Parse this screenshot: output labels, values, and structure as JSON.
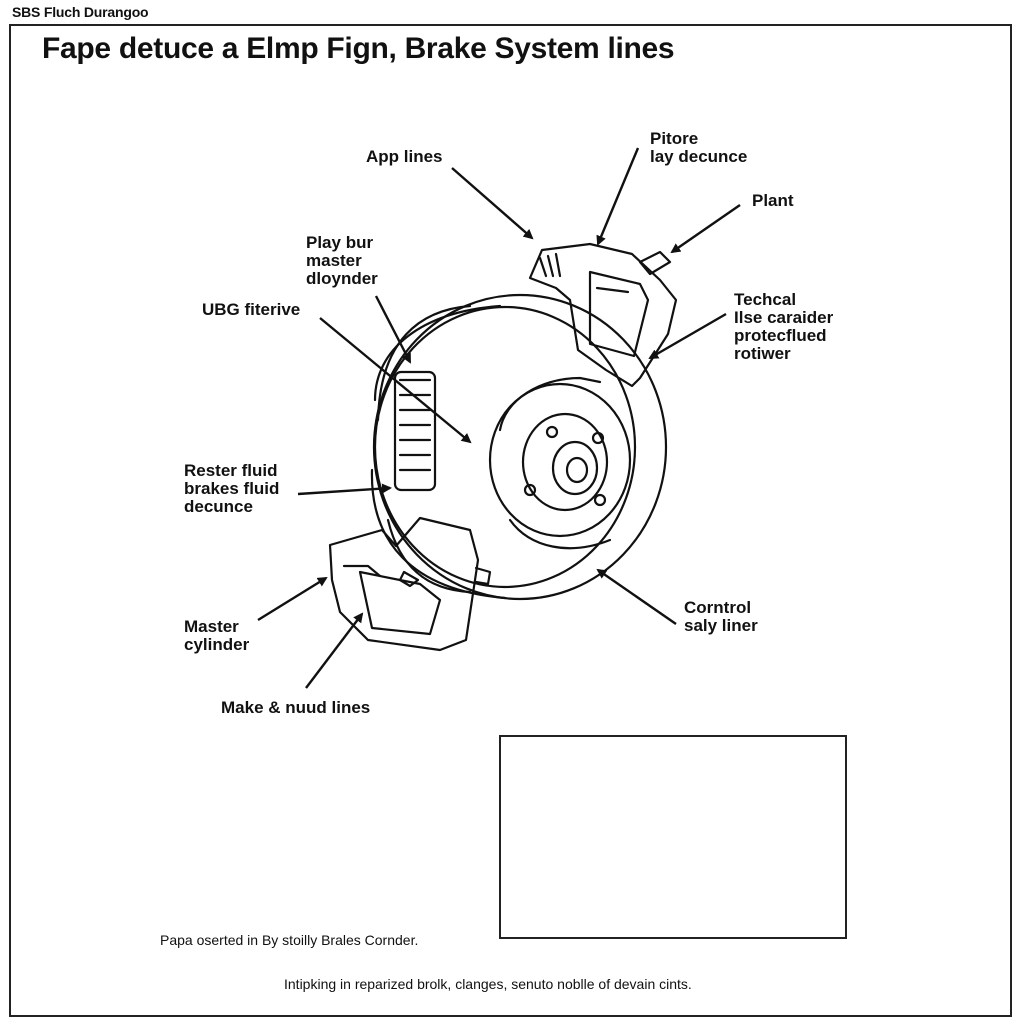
{
  "header": {
    "tag": "SBS Fluch Durangoo",
    "title": "Fape detuce a Elmp Fign, Brake System lines"
  },
  "labels": {
    "app_lines": "App lines",
    "pitore": [
      "Pitore",
      "lay decunce"
    ],
    "plant": "Plant",
    "play_bur": [
      "Play bur",
      "master",
      "dloynder"
    ],
    "ubg": "UBG fiterive",
    "techcal": [
      "Techcal",
      "Ilse caraider",
      "protecflued",
      "rotiwer"
    ],
    "rester": [
      "Rester fluid",
      "brakes fluid",
      "decunce"
    ],
    "master_cyl": [
      "Master",
      "cylinder"
    ],
    "control": [
      "Corntrol",
      "saly liner"
    ],
    "make_nuud": "Make & nuud lines"
  },
  "captions": {
    "inset_caption": "Papa oserted in By stoilly Brales Cornder.",
    "footer": "Intipking in reparized brolk, clanges, senuto noblle of devain cints."
  },
  "colors": {
    "ink": "#111111",
    "background": "#ffffff"
  }
}
